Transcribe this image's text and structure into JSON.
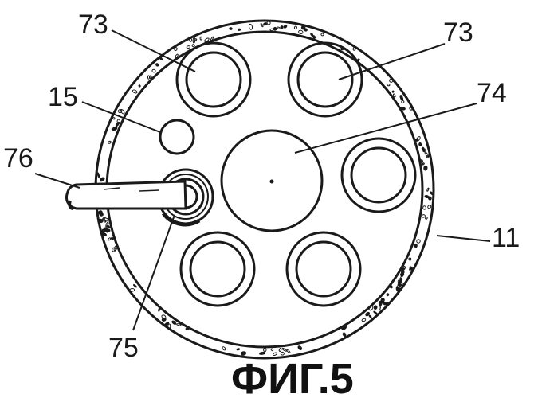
{
  "figure": {
    "caption": "ФИГ.5",
    "labels": {
      "hole_top_left": "73",
      "hole_top_right": "73",
      "central_disc": "74",
      "small_hole": "15",
      "rod": "76",
      "rod_bushing": "75",
      "outer_shell": "11"
    },
    "colors": {
      "ink": "#1a1a1a",
      "paper": "#ffffff"
    }
  }
}
